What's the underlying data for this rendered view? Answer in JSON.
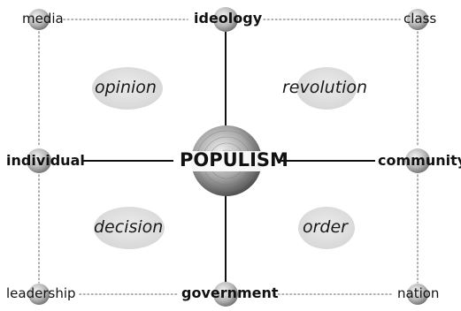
{
  "center": {
    "label": "POPULISM"
  },
  "nodes": {
    "top": "ideology",
    "bottom": "government",
    "left": "individual",
    "right": "community",
    "top_left": "media",
    "top_right": "class",
    "bottom_left": "leadership",
    "bottom_right": "nation"
  },
  "quadrant_concepts": {
    "top_left": "opinion",
    "top_right": "revolution",
    "bottom_left": "decision",
    "bottom_right": "order"
  }
}
